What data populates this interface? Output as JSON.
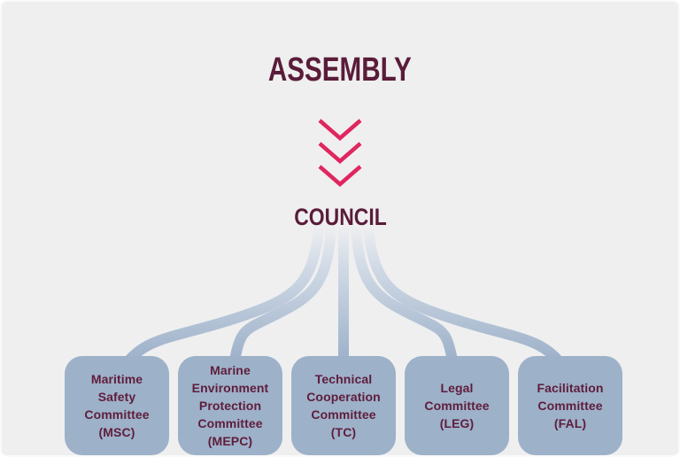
{
  "diagram": {
    "assembly_label": "ASSEMBLY",
    "council_label": "COUNCIL",
    "committees": [
      {
        "id": "MSC",
        "label": "Maritime\nSafety\nCommittee\n(MSC)"
      },
      {
        "id": "MEPC",
        "label": "Marine\nEnvironment\nProtection\nCommittee\n(MEPC)"
      },
      {
        "id": "TC",
        "label": "Technical\nCooperation\nCommittee\n(TC)"
      },
      {
        "id": "LEG",
        "label": "Legal\nCommittee\n(LEG)"
      },
      {
        "id": "FAL",
        "label": "Facilitation\nCommittee\n(FAL)"
      }
    ],
    "colors": {
      "background": "#efeff0",
      "frame_border": "#fafafa",
      "accent_pink": "#e0265f",
      "heading_maroon": "#5a1c39",
      "box_text_maroon": "#5f1d3c",
      "box_fill": "#9db1c9",
      "connector_start": "#efeff0",
      "connector_end": "#9db1c9"
    }
  }
}
